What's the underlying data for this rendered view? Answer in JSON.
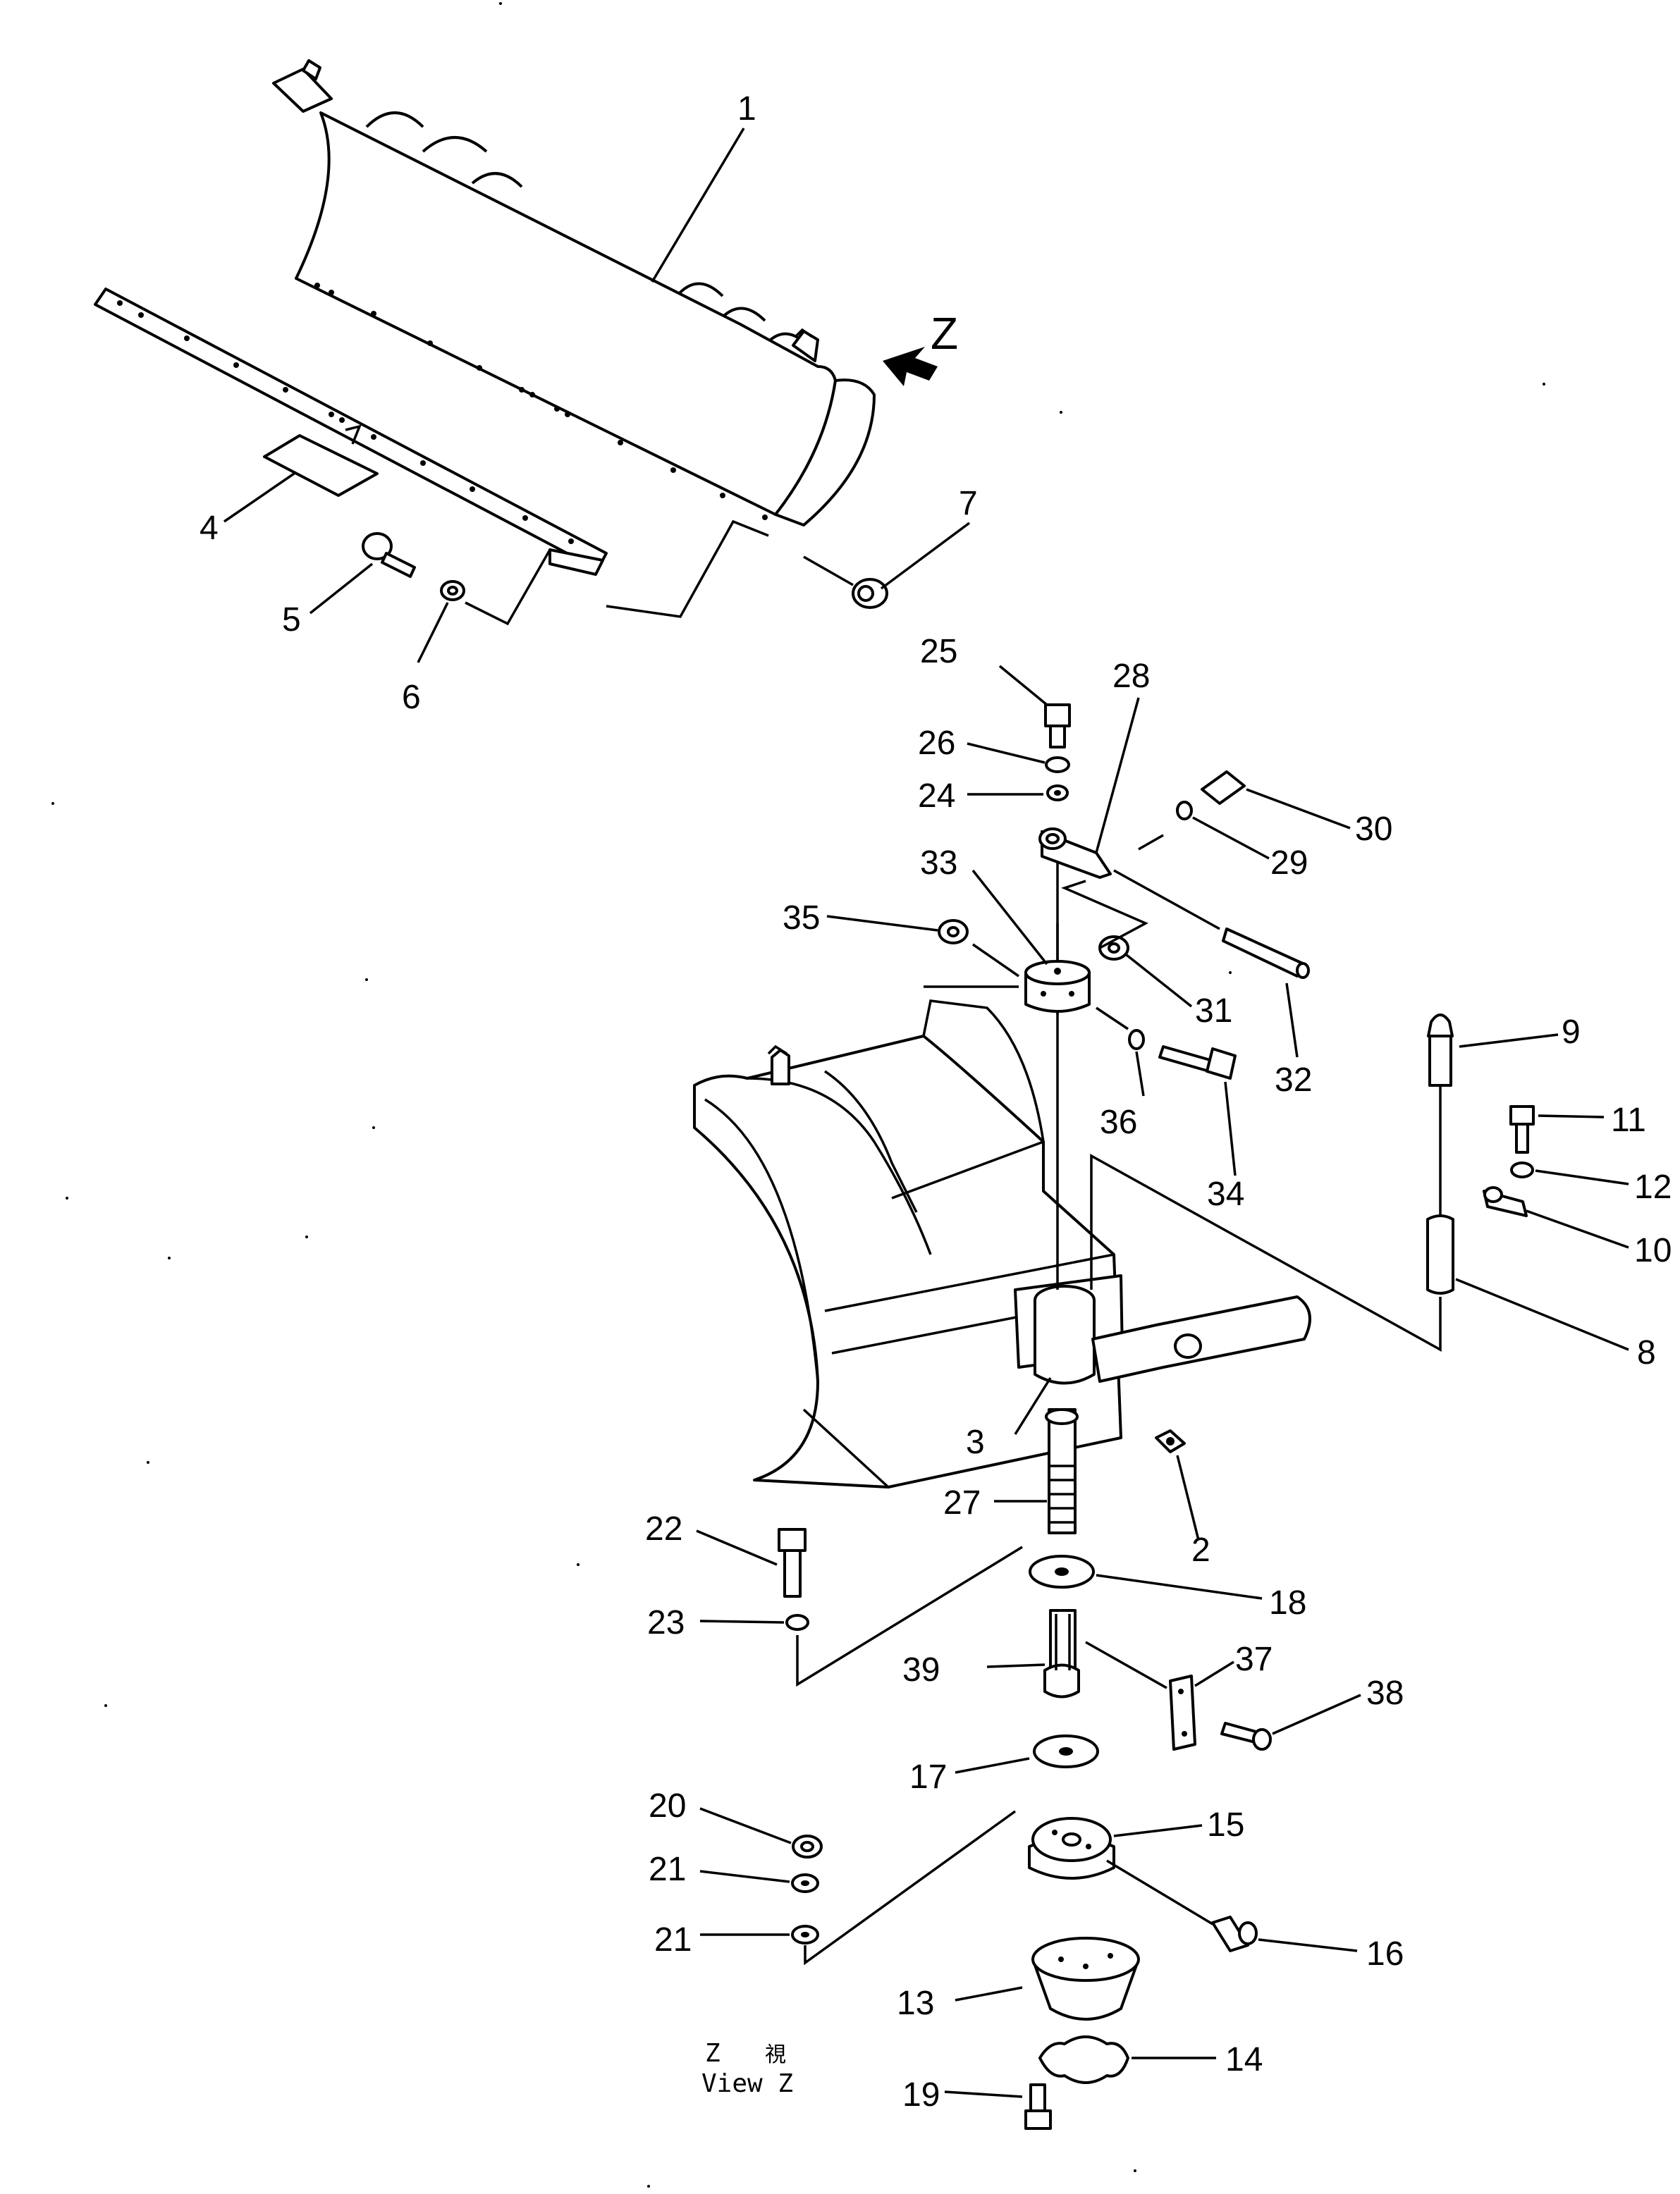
{
  "diagram": {
    "part_numbers": [
      "1",
      "2",
      "3",
      "4",
      "5",
      "6",
      "7",
      "8",
      "9",
      "10",
      "11",
      "12",
      "13",
      "14",
      "15",
      "16",
      "17",
      "18",
      "19",
      "20",
      "21",
      "21",
      "22",
      "23",
      "24",
      "25",
      "26",
      "27",
      "28",
      "29",
      "30",
      "31",
      "32",
      "33",
      "34",
      "35",
      "36",
      "37",
      "38",
      "39"
    ],
    "view_marker": "Z",
    "caption": {
      "line1_letter": "Z",
      "line1_kanji": "視",
      "line2": "View Z"
    }
  }
}
